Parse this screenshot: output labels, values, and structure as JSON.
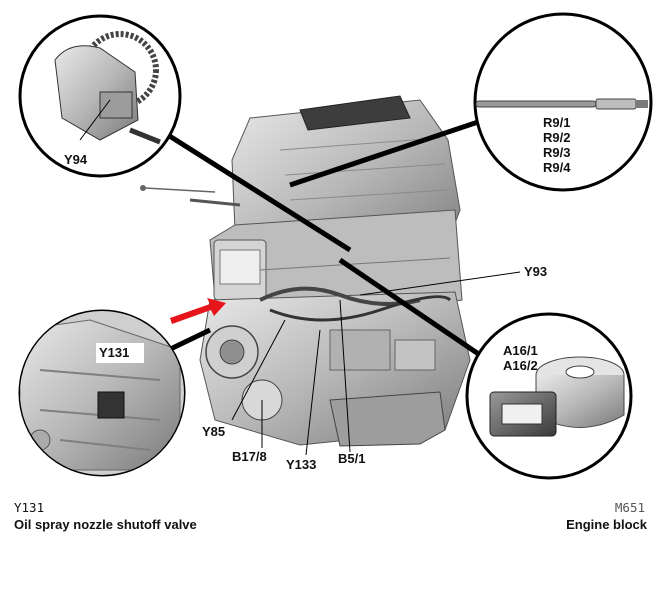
{
  "callouts": {
    "top_left": {
      "label": "Y94"
    },
    "top_right": {
      "labels": [
        "R9/1",
        "R9/2",
        "R9/3",
        "R9/4"
      ]
    },
    "bottom_left": {
      "label": "Y131"
    },
    "bottom_right": {
      "labels": [
        "A16/1",
        "A16/2"
      ]
    }
  },
  "engine_labels": {
    "y93": "Y93",
    "y85": "Y85",
    "b17_8": "B17/8",
    "y133": "Y133",
    "b5_1": "B5/1"
  },
  "footer": {
    "left_code": "Y131",
    "left_title": "Oil spray nozzle shutoff valve",
    "right_code": "M651",
    "right_title": "Engine block"
  },
  "colors": {
    "arrow": "#e8141b",
    "leader": "#000000",
    "engine_gray": "#8c8c8c"
  }
}
